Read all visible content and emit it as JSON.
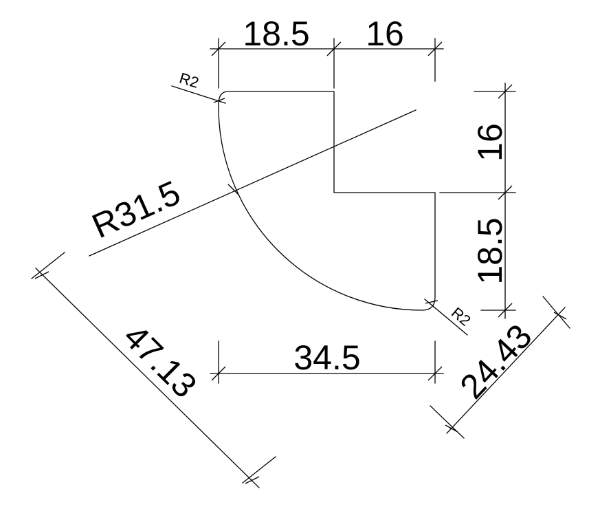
{
  "drawing": {
    "colors": {
      "line": "#000000",
      "background": "#ffffff"
    },
    "dims": {
      "top_left": "18.5",
      "top_right": "16",
      "right_top": "16",
      "right_bottom": "18.5",
      "bottom": "34.5",
      "diag_left": "47.13",
      "diag_right": "24.43",
      "radius_big": "R31.5",
      "radius_top": "R2",
      "radius_bottom": "R2"
    }
  }
}
